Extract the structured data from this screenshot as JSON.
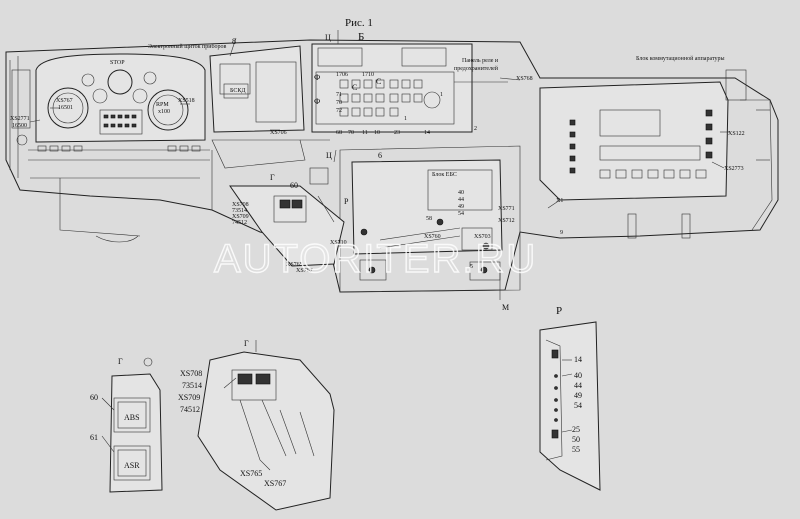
{
  "figure": {
    "title": "Рис. 1"
  },
  "watermark": "AUTORITER.RU",
  "views": {
    "b": "Б",
    "ts": "Ц",
    "g": "Г",
    "r": "Р"
  },
  "annotations": {
    "instrument_cluster": "Электронный щиток приборов",
    "relay_panel_line1": "Панель реле и",
    "relay_panel_line2": "предохранителей",
    "switching_block": "Блок коммутационной аппаратуры",
    "ebs_block": "Блок ЕБС",
    "bskd": "БСКД",
    "stop": "STOP",
    "rpm_line1": "RPM",
    "rpm_line2": "x100"
  },
  "callouts": {
    "xs2771": "XS2771",
    "n16500": "16500",
    "xs767a": "XS767",
    "n16501": "16501",
    "xs518": "XS518",
    "n8": "8",
    "xs706": "XS706",
    "f1": "Ф",
    "f2": "Ф",
    "n1706": "1706",
    "n1710": "1710",
    "n71": "71",
    "n70": "70",
    "n72": "72",
    "c1": "C",
    "c2": "C",
    "n1r": "1",
    "n68": "68",
    "n70b": "70",
    "n11": "11",
    "n10": "10",
    "n23": "23",
    "n14": "14",
    "n1": "1",
    "n2": "2",
    "xs768": "XS768",
    "ts2": "Ц",
    "xs708": "XS708",
    "n73514": "73514",
    "xs709": "XS709",
    "n74512": "74512",
    "n60": "60",
    "n6": "6",
    "n40": "40",
    "n44": "44",
    "n49": "49",
    "n54": "54",
    "n58": "58",
    "xs771": "XS771",
    "xs712": "XS712",
    "xs710": "XS710",
    "xs765": "XS765",
    "xs767b": "XS767",
    "xs703": "XS703",
    "xs760": "XS760",
    "m": "M",
    "xs122": "XS122",
    "xs2773": "XS2773",
    "x1": "X1",
    "n9": "9",
    "n5": "5",
    "d_n60": "60",
    "d_n61": "61",
    "abs": "ABS",
    "asr": "ASR",
    "g_xs708": "XS708",
    "g_n73514": "73514",
    "g_xs709": "XS709",
    "g_n74512": "74512",
    "g_xs765": "XS765",
    "g_xs767": "XS767",
    "r_n14": "14",
    "r_n40": "40",
    "r_n44": "44",
    "r_n49": "49",
    "r_n54": "54",
    "r_n25": "25",
    "r_n50": "50",
    "r_n55": "55"
  }
}
